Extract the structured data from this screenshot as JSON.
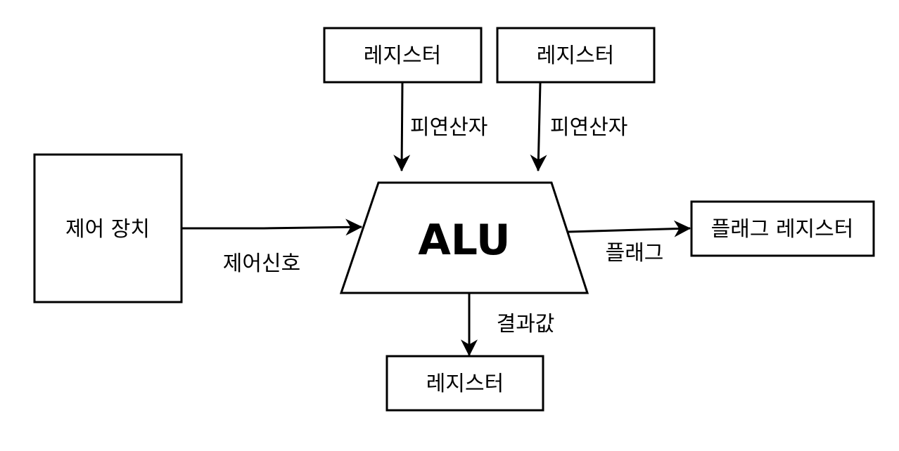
{
  "nodes": {
    "register_top_left": "레지스터",
    "register_top_right": "레지스터",
    "control_unit": "제어 장치",
    "alu": "ALU",
    "flag_register": "플래그 레지스터",
    "register_bottom": "레지스터"
  },
  "edges": {
    "operand_left": "피연산자",
    "operand_right": "피연산자",
    "control_signal": "제어신호",
    "flag": "플래그",
    "result": "결과값"
  }
}
